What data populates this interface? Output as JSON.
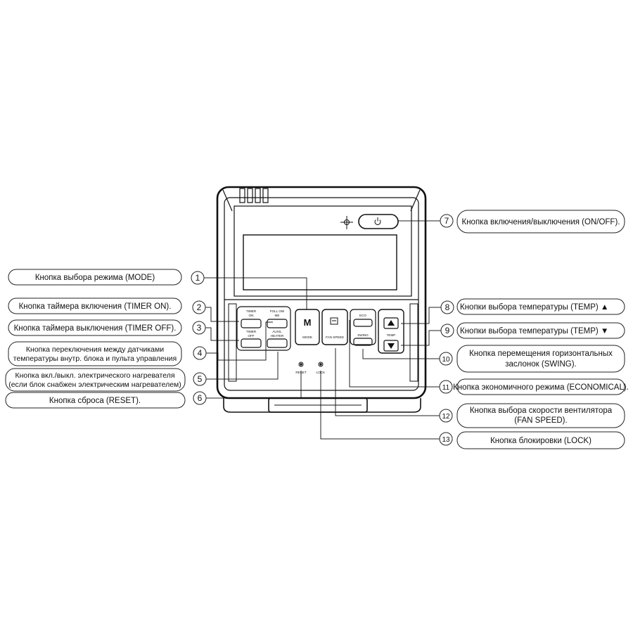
{
  "labels": {
    "mode": [
      "Кнопка выбора режима (MODE)"
    ],
    "timer_on": [
      "Кнопка таймера включения (TIMER ON)."
    ],
    "timer_off": [
      "Кнопка таймера выключения (TIMER OFF)."
    ],
    "follow_me": [
      "Кнопка переключения между датчиками",
      "температуры внутр. блока и пульта управления"
    ],
    "aux_heater": [
      "Кнопка вкл./выкл. электрического нагревателя",
      "(если блок снабжен электрическим нагревателем)"
    ],
    "reset": [
      "Кнопка сброса (RESET)."
    ],
    "on_off": [
      "Кнопка включения/выключения (ON/OFF)."
    ],
    "temp_up": [
      "Кнопки выбора температуры (TEMP) ▲"
    ],
    "temp_down": [
      "Кнопки выбора температуры (TEMP) ▼"
    ],
    "swing": [
      "Кнопка перемещения горизонтальных",
      "заслонок (SWING)."
    ],
    "eco": [
      "Кнопка экономичного режима (ECONOMICAL)."
    ],
    "fan_speed": [
      "Кнопка выбора скорости вентилятора",
      "(FAN SPEED)."
    ],
    "lock": [
      "Кнопка блокировки (LOCK)"
    ]
  },
  "numbers": [
    "1",
    "2",
    "3",
    "4",
    "5",
    "6",
    "7",
    "8",
    "9",
    "10",
    "11",
    "12",
    "13"
  ],
  "device": {
    "timer_on": [
      "TIMER",
      "ON"
    ],
    "timer_off": [
      "TIMER",
      "OFF"
    ],
    "follow_me": [
      "FOLL OW",
      "ME"
    ],
    "aux_heater": [
      "AUXIL",
      "HEATER"
    ],
    "mode_symbol": "M",
    "mode": "MODE",
    "fan_speed": "FAN SPEED",
    "eco": "ECO",
    "swing": "SWING",
    "temp": "TEMP",
    "reset": "RESET",
    "lock": "LOCK"
  }
}
